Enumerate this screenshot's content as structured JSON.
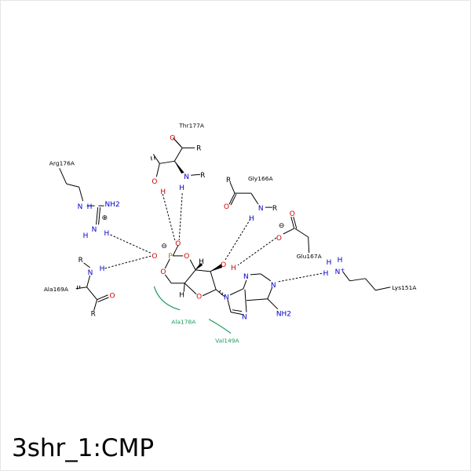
{
  "title": "3shr_1:CMP",
  "residues": {
    "thr177a": "Thr177A",
    "arg176a": "Arg176A",
    "gly166a": "Gly166A",
    "glu167a": "Glu167A",
    "ala169a": "Ala169A",
    "lys151a": "Lys151A"
  },
  "hydrophobic": {
    "ala178a": "Ala178A",
    "val149a": "Val149A"
  },
  "atoms": {
    "O": "O",
    "N": "N",
    "H": "H",
    "P": "P",
    "R": "R",
    "NH2": "NH2",
    "NH2_sub": "2",
    "minus": "⊖",
    "plus": "⊕",
    "plus_small": "+"
  },
  "colors": {
    "nitrogen": "#0000cc",
    "oxygen": "#cc0000",
    "phosphorus": "#cc6600",
    "hydrophobic": "#1a9a5a"
  }
}
